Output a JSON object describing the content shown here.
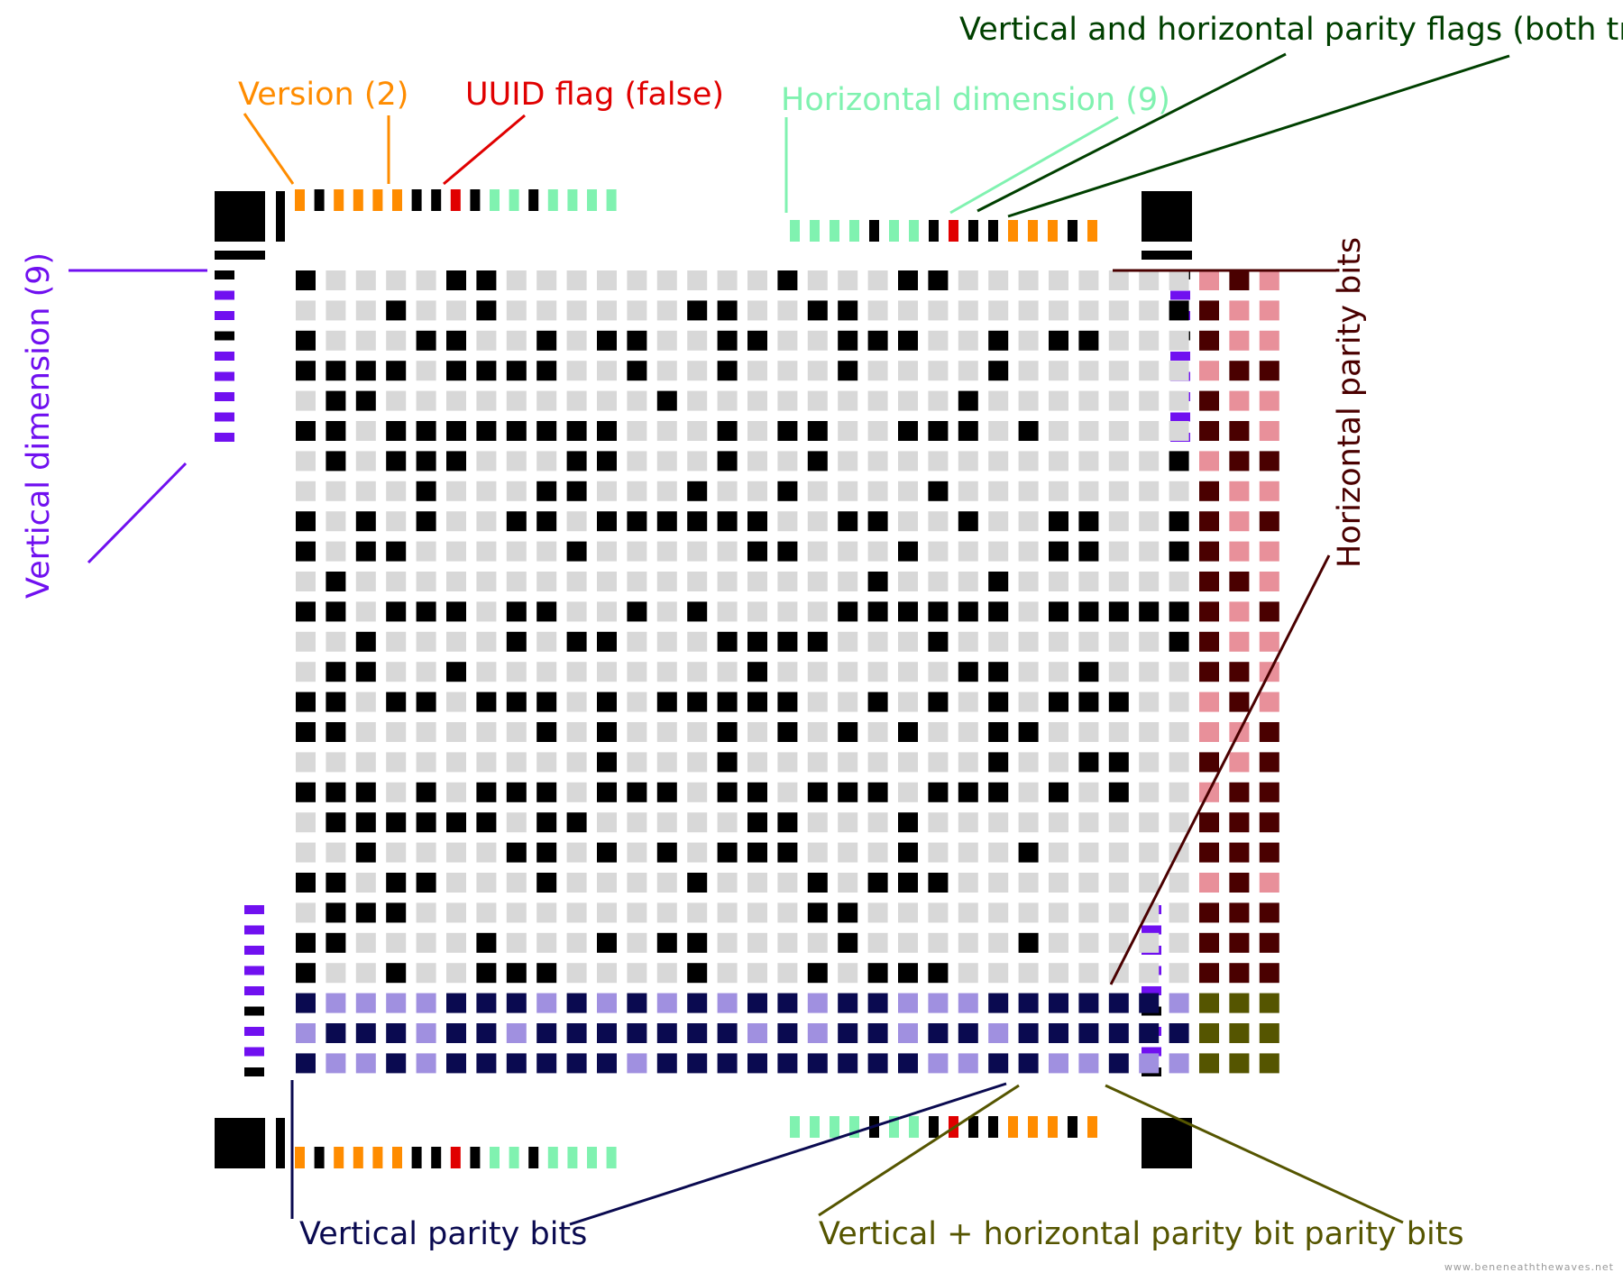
{
  "labels": {
    "version": "Version (2)",
    "uuid": "UUID flag (false)",
    "hdim": "Horizontal dimension (9)",
    "parity_flags": "Vertical and horizontal parity flags (both true)",
    "vdim": "Vertical dimension (9)",
    "hparity": "Horizontal parity bits",
    "vparity": "Vertical parity bits",
    "vhparity": "Vertical + horizontal parity bit parity bits",
    "credit": "www.beneneaththewaves.net"
  },
  "colors": {
    "version": "#ff8c00",
    "uuid": "#e00000",
    "hdim": "#80f2b0",
    "parity_flags": "#004000",
    "vdim": "#7010f0",
    "hparity": "#4a0000",
    "vparity": "#0a0a50",
    "vhparity": "#555500",
    "cell_on": "#000000",
    "cell_off": "#d8d8d8",
    "hp_on": "#4a0000",
    "hp_off": "#e8909a",
    "vp_on": "#0a0a50",
    "vp_off": "#a090e0",
    "vh": "#555500"
  },
  "grid": {
    "data_rows": [
      "100001100000000010001100000000",
      "000100100000011001100000000001",
      "100011001011001100111001011000",
      "111101111001001000100001000000",
      "011000000000100000000010000000",
      "110111111110001011001110100000",
      "010111000110001001000000000001",
      "000010001100010010000100000000",
      "101010011011111100110010011001",
      "101100000100000110001000011001",
      "010000000000000000010001000000",
      "110111011001010000111111011111",
      "001000010110001111000100000001",
      "011001000000000100000011001000",
      "110110111010111110010101011100",
      "110000001010001010101001100000",
      "000000000010001000000001001100",
      "111010111011101101110111010100",
      "011111101100000110001000000000",
      "001000011010101110001000100000",
      "110110001000010001011100000000",
      "011100000000000001100000000000",
      "110000100010110000100000100000",
      "100100111000010001011100000000"
    ],
    "hparity_rows": [
      "010",
      "100",
      "100",
      "011",
      "100",
      "110",
      "011",
      "100",
      "101",
      "100",
      "110",
      "101",
      "100",
      "110",
      "010",
      "001",
      "101",
      "011",
      "111",
      "111",
      "010",
      "111",
      "111",
      "111"
    ],
    "vparity_rows": [
      "100001110101010110110001111110",
      "011101101111111010110110111111",
      "100101111110111111111001100100"
    ]
  },
  "bit_strips": {
    "top_left": [
      "V",
      "K",
      "V",
      "V",
      "V",
      "V",
      "K",
      "K",
      "U",
      "K",
      "H",
      "H",
      "K",
      "H",
      "H",
      "H",
      "H"
    ],
    "top_right": [
      "H",
      "H",
      "H",
      "H",
      "K",
      "H",
      "H",
      "K",
      "U",
      "K",
      "K",
      "V",
      "V",
      "V",
      "K",
      "V"
    ],
    "left_vdim": "KVVKVVVVV",
    "right_vdim": "KVVKVVVVV",
    "bottom_left_vdim": "VVVVVKVVK",
    "bottom_right_vdim": "VVVVVKVVK"
  }
}
